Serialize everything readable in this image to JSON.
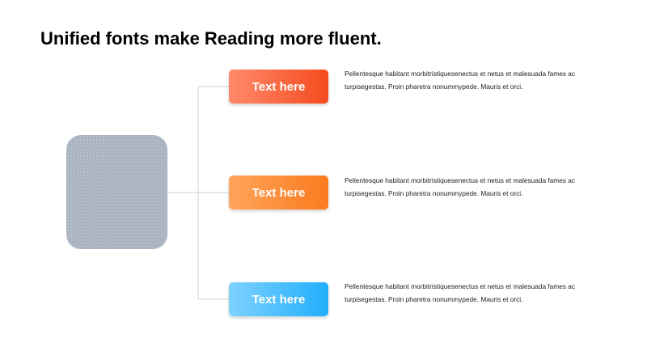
{
  "title": "Unified fonts make Reading more fluent.",
  "items": [
    {
      "label": "Text here",
      "description": "Pellentesque habitant morbitristiquesenectus et netus et malesuada fames ac turpisegestas. Proin pharetra nonummypede. Mauris et orci.",
      "color_start": "#ff8a6b",
      "color_end": "#f54b1e"
    },
    {
      "label": "Text here",
      "description": "Pellentesque habitant morbitristiquesenectus et netus et malesuada fames ac turpisegestas. Proin pharetra nonummypede. Mauris et orci.",
      "color_start": "#ffa45c",
      "color_end": "#fb7a1e"
    },
    {
      "label": "Text here",
      "description": "Pellentesque habitant morbitristiquesenectus et netus et malesuada fames ac turpisegestas. Proin pharetra nonummypede. Mauris et orci.",
      "color_start": "#7dd2ff",
      "color_end": "#22aefc"
    }
  ],
  "colors": {
    "connector": "#cfcfcf",
    "placeholder": "#a9b3c1"
  }
}
